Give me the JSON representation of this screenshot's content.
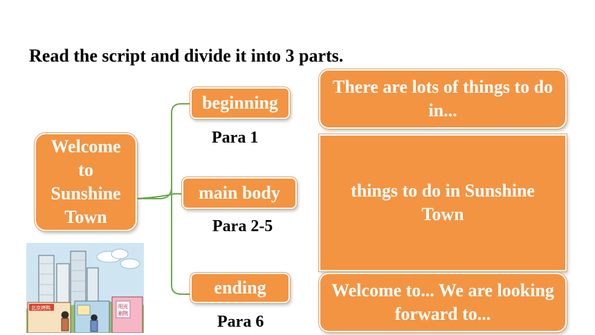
{
  "title": "Read the script and divide it into 3 parts.",
  "root": {
    "lines": [
      "Welcome",
      "to",
      "Sunshine",
      "Town"
    ]
  },
  "branches": [
    {
      "label": "beginning",
      "para": "Para 1"
    },
    {
      "label": "main body",
      "para": "Para 2-5"
    },
    {
      "label": "ending",
      "para": "Para 6"
    }
  ],
  "descriptions": [
    "There are lots of things to do in...",
    "things to do in Sunshine Town",
    "Welcome to... We are looking forward to..."
  ],
  "illustration": {
    "signs": [
      "北京烤鸭",
      "阳光剧院"
    ]
  },
  "colors": {
    "box_fill": "#f39442",
    "connector": "#6aa84f"
  }
}
